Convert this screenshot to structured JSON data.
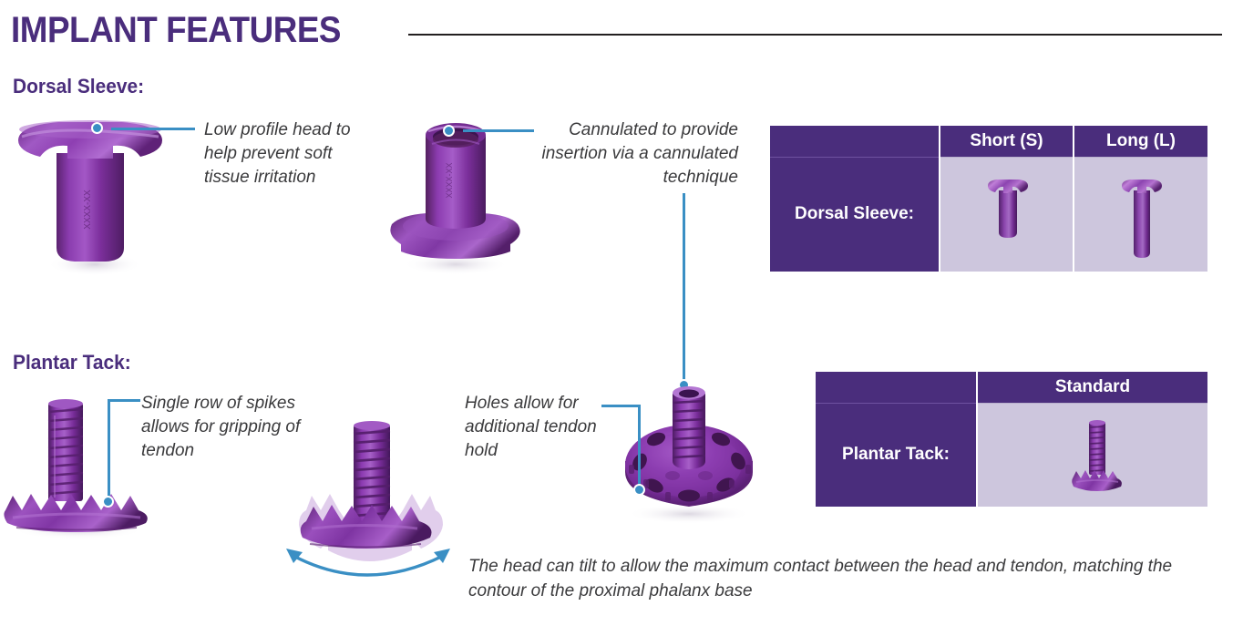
{
  "header": {
    "title": "IMPLANT FEATURES"
  },
  "sections": [
    {
      "id": "dorsal",
      "heading": "Dorsal Sleeve:"
    },
    {
      "id": "plantar",
      "heading": "Plantar Tack:"
    }
  ],
  "callouts": {
    "low_profile": "Low profile head to help prevent soft tissue irritation",
    "cannulated": "Cannulated to provide insertion via a cannulated technique",
    "spikes": "Single row of spikes allows for gripping of tendon",
    "holes": "Holes allow for additional tendon hold",
    "tilt_caption": "The head can tilt to allow the maximum contact between the head and tendon, matching the contour of the proximal phalanx base"
  },
  "tables": {
    "dorsal_sleeve": {
      "row_label": "Dorsal Sleeve:",
      "columns": [
        "",
        "Short (S)",
        "Long (L)"
      ],
      "cells": [
        "dorsal-sleeve-short-image",
        "dorsal-sleeve-long-image"
      ]
    },
    "plantar_tack": {
      "row_label": "Plantar Tack:",
      "columns": [
        "",
        "Standard"
      ],
      "cells": [
        "plantar-tack-standard-image"
      ]
    }
  },
  "images": {
    "dorsal_sleeve_side": "dorsal-sleeve-side-view",
    "dorsal_sleeve_cannulated": "dorsal-sleeve-cannulated-view",
    "plantar_tack_side": "plantar-tack-side-view",
    "plantar_tack_tilt": "plantar-tack-tilting-view",
    "plantar_tack_angled": "plantar-tack-angled-top-view"
  },
  "colors": {
    "brand_purple": "#4a2d7c",
    "implant_purple": "#7b2f9e",
    "leader_blue": "#3a8fc4",
    "cell_lavender": "#cdc6dd",
    "text_gray": "#3a3a3c",
    "rule_black": "#231f20"
  }
}
